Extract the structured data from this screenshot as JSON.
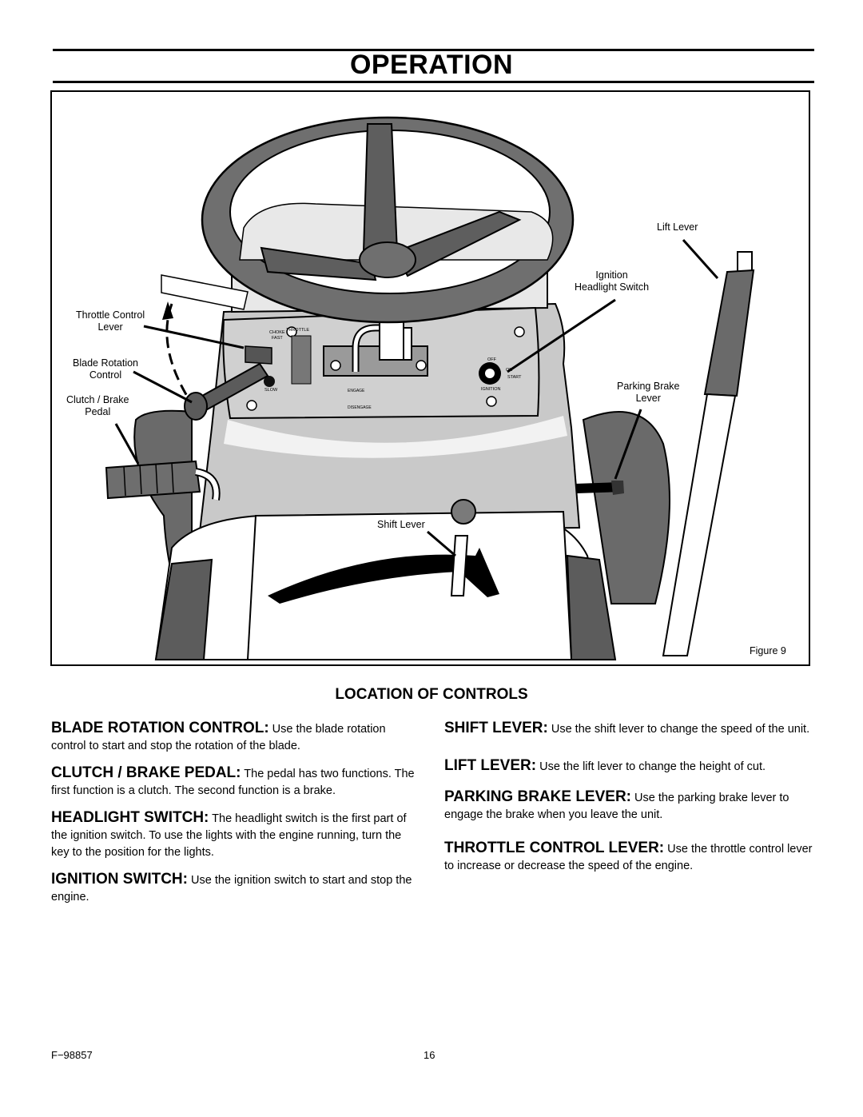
{
  "page": {
    "title": "OPERATION",
    "section_heading": "LOCATION OF CONTROLS",
    "doc_number": "F−98857",
    "page_number": "16"
  },
  "figure": {
    "caption": "Figure 9",
    "labels": {
      "lift_lever": "Lift Lever",
      "ignition_headlight_switch": "Ignition\nHeadlight Switch",
      "throttle_control_lever": "Throttle Control\nLever",
      "blade_rotation_control": "Blade Rotation\nControl",
      "clutch_brake_pedal": "Clutch / Brake\nPedal",
      "parking_brake_lever": "Parking Brake\nLever",
      "shift_lever": "Shift Lever"
    },
    "panel_text": {
      "choke": "CHOKE",
      "fast": "FAST",
      "throttle": "THROTTLE",
      "slow": "SLOW",
      "engage": "ENGAGE",
      "disengage": "DISENGAGE",
      "off": "OFF",
      "on": "ON",
      "start": "START",
      "ignition": "IGNITION"
    }
  },
  "controls": {
    "left": [
      {
        "term": "BLADE ROTATION CONTROL:",
        "text": " Use the blade rotation control to start and stop the rotation of the blade."
      },
      {
        "term": "CLUTCH / BRAKE PEDAL:",
        "text": " The pedal has two functions. The first function is a clutch. The second function is a brake."
      },
      {
        "term": "HEADLIGHT SWITCH:",
        "text": " The headlight switch is the first part of the ignition switch. To use the lights with the engine running, turn the key to the position for the lights."
      },
      {
        "term": "IGNITION SWITCH:",
        "text": " Use the ignition switch to start and stop the engine."
      }
    ],
    "right": [
      {
        "term": "SHIFT LEVER:",
        "text": " Use the shift lever to change the speed of the unit."
      },
      {
        "term": "LIFT LEVER:",
        "text": " Use the lift lever to change the height of cut."
      },
      {
        "term": "PARKING BRAKE LEVER:",
        "text": " Use the parking brake lever to engage the brake when you leave the unit."
      },
      {
        "term": "THROTTLE CONTROL LEVER:",
        "text": " Use the throttle control lever to increase or decrease the speed of the engine."
      }
    ]
  }
}
